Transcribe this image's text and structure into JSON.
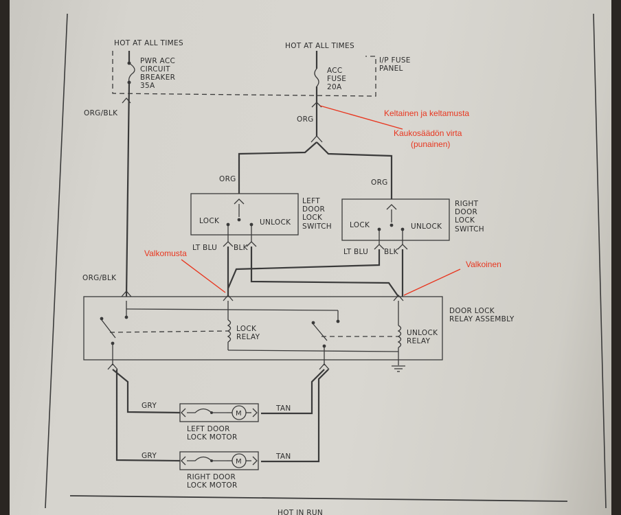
{
  "header": {
    "hot_left": "HOT AT ALL TIMES",
    "hot_right": "HOT AT ALL TIMES",
    "fuse_panel": [
      "I/P FUSE",
      "PANEL"
    ]
  },
  "breaker": [
    "PWR ACC",
    "CIRCUIT",
    "BREAKER",
    "35A"
  ],
  "fuse": [
    "ACC",
    "FUSE",
    "20A"
  ],
  "wires": {
    "org_blk_top": "ORG/BLK",
    "org_blk_mid": "ORG/BLK",
    "org": "ORG",
    "org_left": "ORG",
    "org_right": "ORG",
    "lt_blu_left": "LT BLU",
    "blk_left": "BLK",
    "lt_blu_right": "LT BLU",
    "blk_right": "BLK",
    "gry_1": "GRY",
    "tan_1": "TAN",
    "gry_2": "GRY",
    "tan_2": "TAN"
  },
  "left_switch": {
    "lock": "LOCK",
    "unlock": "UNLOCK",
    "name": [
      "LEFT",
      "DOOR",
      "LOCK",
      "SWITCH"
    ]
  },
  "right_switch": {
    "lock": "LOCK",
    "unlock": "UNLOCK",
    "name": [
      "RIGHT",
      "DOOR",
      "LOCK",
      "SWITCH"
    ]
  },
  "relay_assembly": {
    "name": [
      "DOOR LOCK",
      "RELAY ASSEMBLY"
    ],
    "lock_relay": [
      "LOCK",
      "RELAY"
    ],
    "unlock_relay": [
      "UNLOCK",
      "RELAY"
    ]
  },
  "motors": {
    "left": [
      "LEFT DOOR",
      "LOCK MOTOR"
    ],
    "right": [
      "RIGHT DOOR",
      "LOCK MOTOR"
    ],
    "symbol": "M"
  },
  "footer": "HOT IN RUN",
  "annotations": {
    "note1": "Keltainen ja keltamusta",
    "note2": "Kaukosäädön virta",
    "note3": "(punainen)",
    "note4": "Valkomusta",
    "note5": "Valkoinen"
  },
  "colors": {
    "annotation": "#e8361f",
    "ink": "#3a3a3a",
    "paper": "#d6d4ce"
  }
}
